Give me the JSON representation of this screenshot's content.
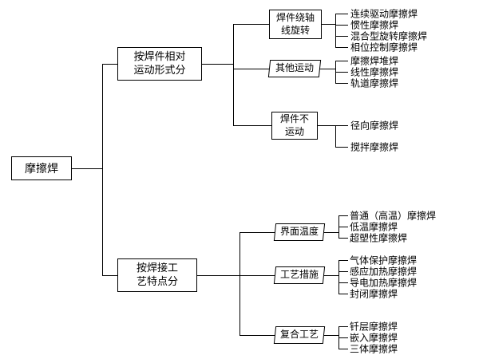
{
  "diagram": {
    "type": "tree",
    "line_color": "#000000",
    "background": "#ffffff"
  },
  "tree": {
    "root": "摩擦焊",
    "branches": [
      {
        "label": "按焊件相对\n运动形式分",
        "groups": [
          {
            "label": "焊件绕轴\n线旋转",
            "leaves": [
              "连续驱动摩擦焊",
              "惯性摩擦焊",
              "混合型旋转摩擦焊",
              "相位控制摩擦焊"
            ]
          },
          {
            "label": "其他运动",
            "leaves": [
              "摩擦焊堆焊",
              "线性摩擦焊",
              "轨道摩擦焊"
            ]
          },
          {
            "label": "焊件不\n运动",
            "leaves": [
              "径向摩擦焊",
              "搅拌摩擦焊"
            ]
          }
        ]
      },
      {
        "label": "按焊接工\n艺特点分",
        "groups": [
          {
            "label": "界面温度",
            "leaves": [
              "普通（高温）摩擦焊",
              "低温摩擦焊",
              "超塑性摩擦焊"
            ]
          },
          {
            "label": "工艺措施",
            "leaves": [
              "气体保护摩擦焊",
              "感应加热摩擦焊",
              "导电加热摩擦焊",
              "封闭摩擦焊"
            ]
          },
          {
            "label": "复合工艺",
            "leaves": [
              "钎层摩擦焊",
              "嵌入摩擦焊",
              "三体摩擦焊"
            ]
          }
        ]
      }
    ]
  }
}
